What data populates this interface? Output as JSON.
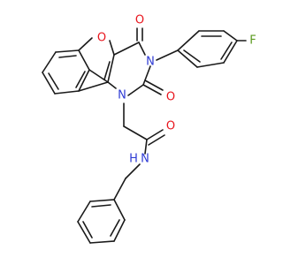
{
  "colors": {
    "bond": "#1a1a1a",
    "oxygen": "#e8141c",
    "nitrogen": "#2e3bd4",
    "fluorine": "#5a9a1e",
    "background": "#ffffff"
  },
  "atoms": {
    "o_furan": "O",
    "o_c4": "O",
    "o_c2": "O",
    "o_amide": "O",
    "n3": "N",
    "n1": "N",
    "n_amide_h": "H",
    "n_amide": "N",
    "f": "F"
  }
}
